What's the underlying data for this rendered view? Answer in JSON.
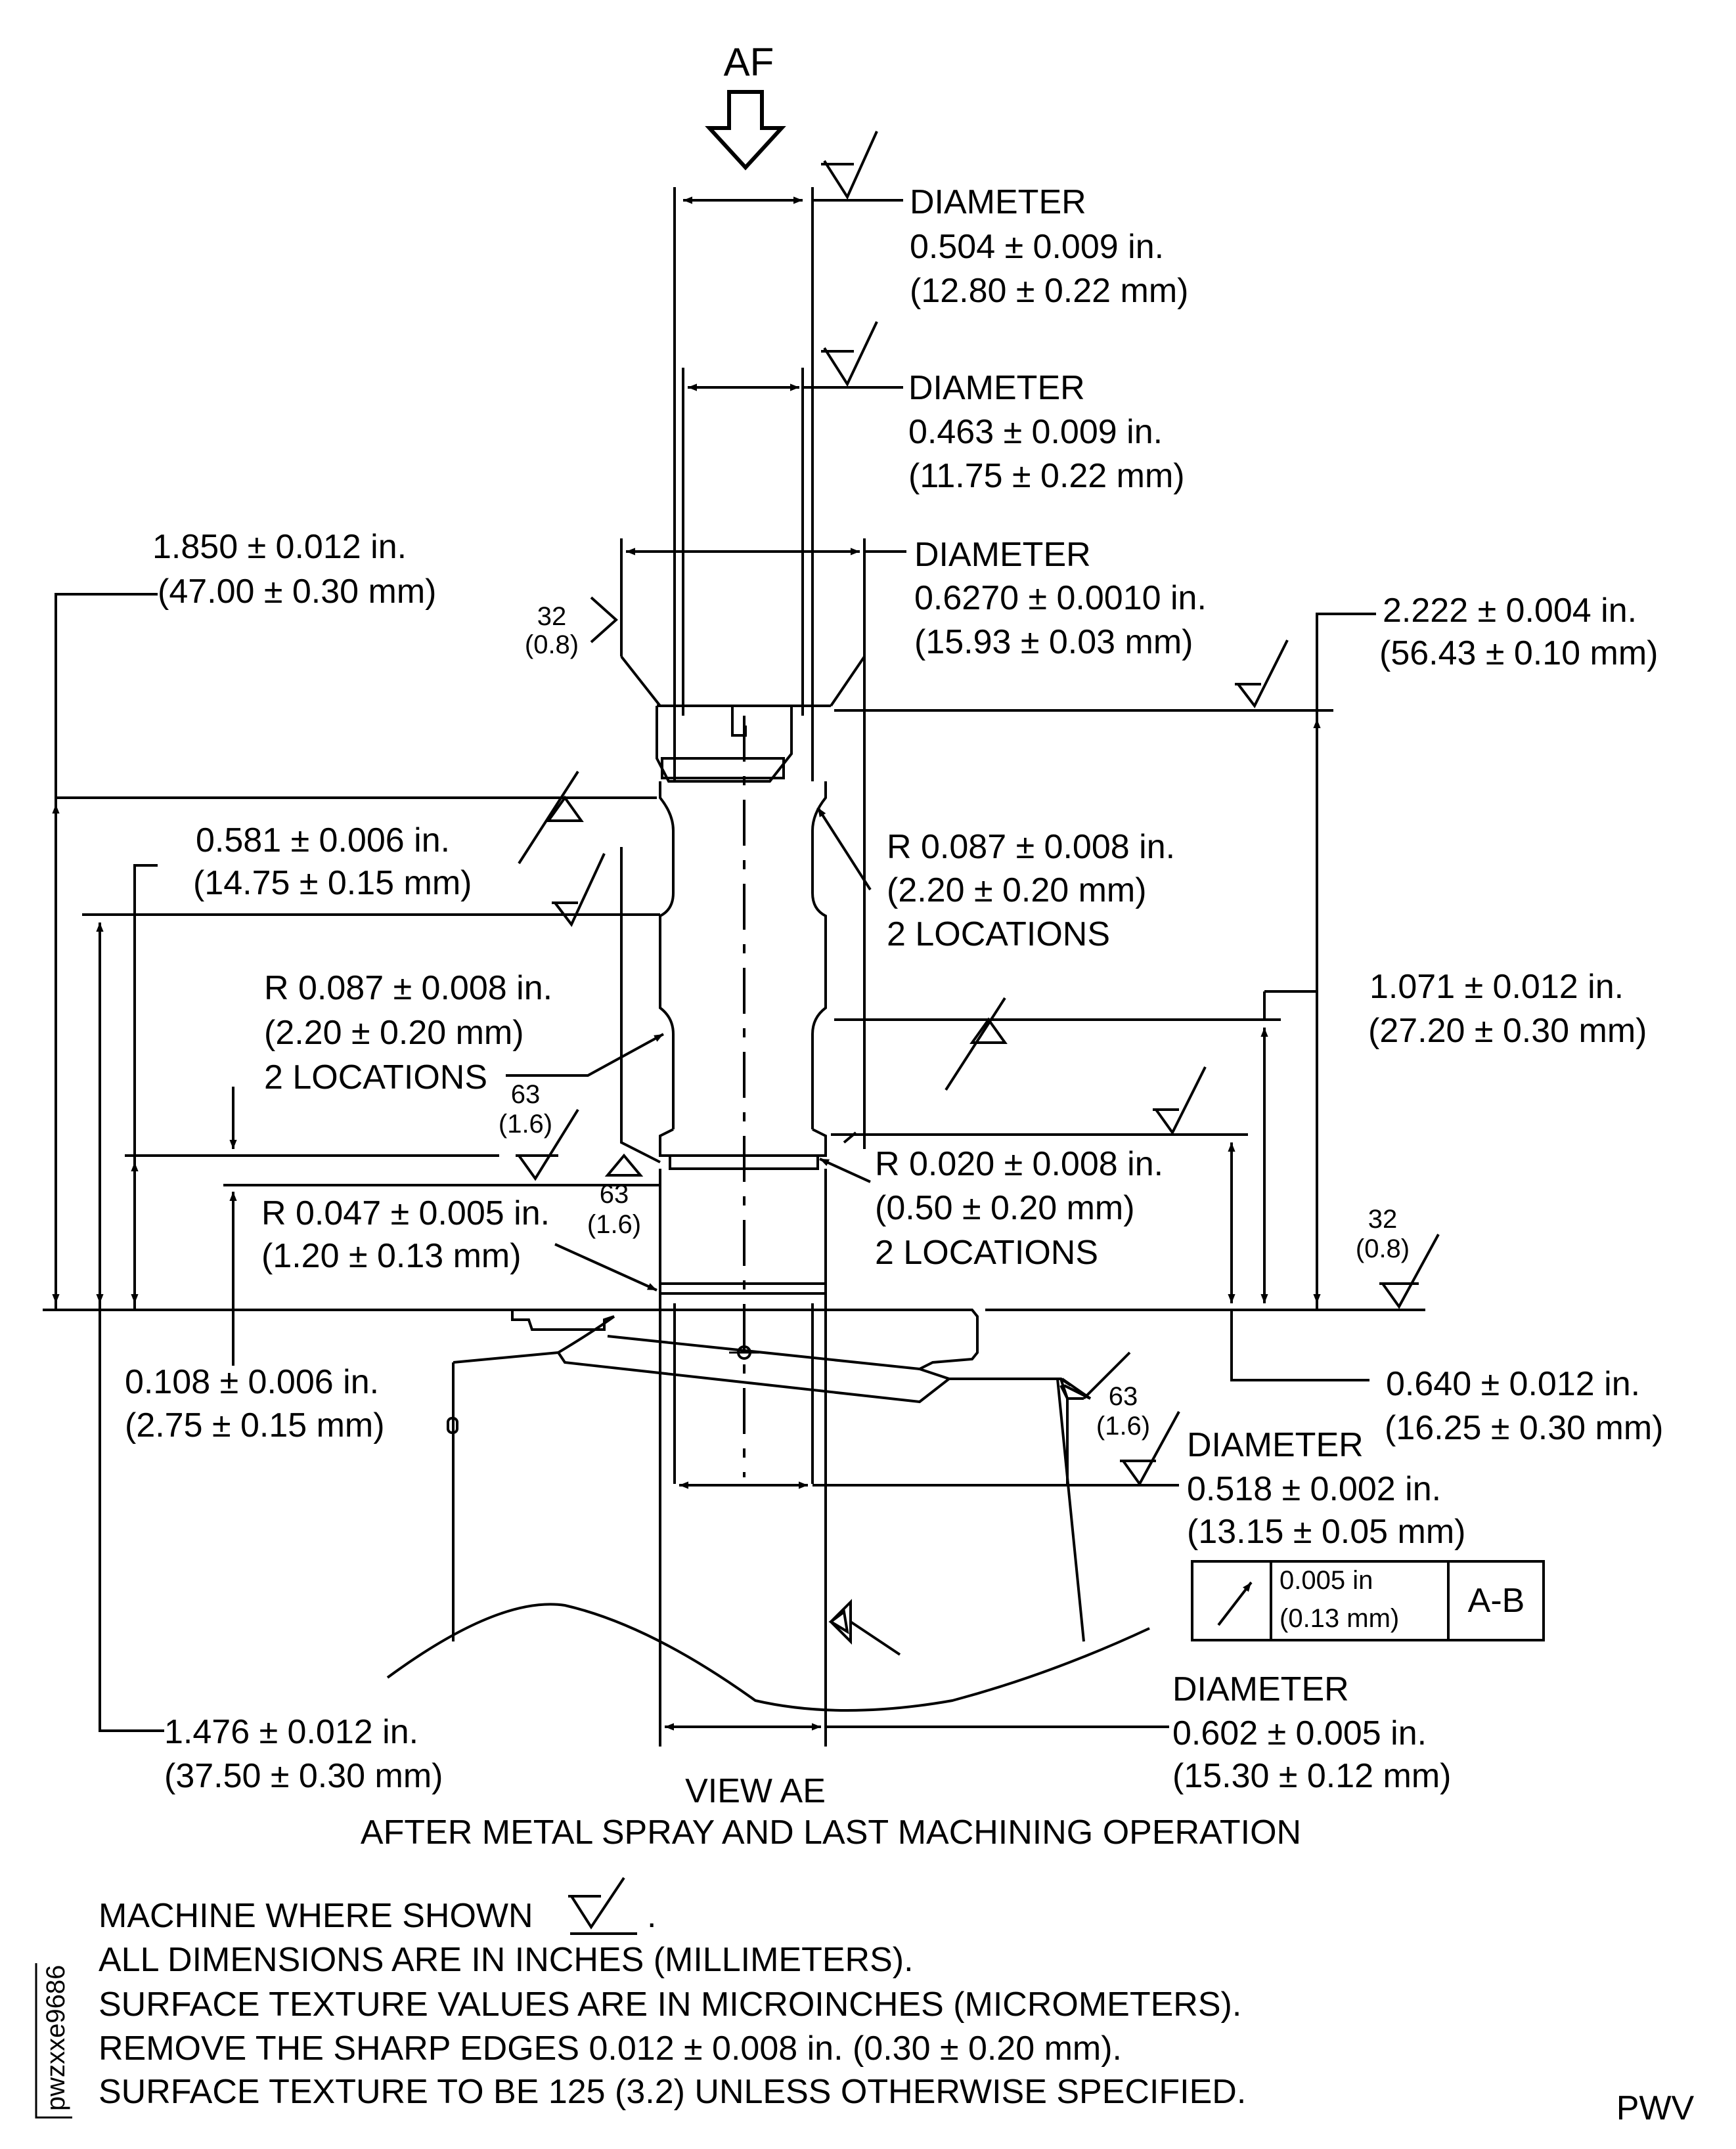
{
  "view": {
    "arrow_label": "AF",
    "title": "VIEW AE",
    "subtitle": "AFTER METAL SPRAY AND LAST MACHINING OPERATION"
  },
  "callouts": {
    "top_dia": {
      "label": "DIAMETER",
      "inch": "0.504 ± 0.009 in.",
      "mm": "(12.80 ± 0.22 mm)"
    },
    "second_dia": {
      "label": "DIAMETER",
      "inch": "0.463 ± 0.009 in.",
      "mm": "(11.75 ± 0.22 mm)"
    },
    "journal_dia": {
      "label": "DIAMETER",
      "inch": "0.6270 ± 0.0010 in.",
      "mm": "(15.93 ± 0.03 mm)"
    },
    "overall_1850": {
      "inch": "1.850 ± 0.012 in.",
      "mm": "(47.00 ± 0.30 mm)"
    },
    "top_2222": {
      "inch": "2.222 ± 0.004 in.",
      "mm": "(56.43 ± 0.10 mm)"
    },
    "len_0581": {
      "inch": "0.581 ± 0.006 in.",
      "mm": "(14.75 ± 0.15 mm)"
    },
    "radius_right_upper": {
      "inch": "R 0.087 ± 0.008 in.",
      "mm": "(2.20 ± 0.20 mm)",
      "qty": "2 LOCATIONS"
    },
    "radius_left": {
      "inch": "R 0.087 ± 0.008 in.",
      "mm": "(2.20 ± 0.20 mm)",
      "qty": "2 LOCATIONS"
    },
    "len_1071": {
      "inch": "1.071 ± 0.012 in.",
      "mm": "(27.20 ± 0.30 mm)"
    },
    "radius_small": {
      "inch": "R 0.020 ± 0.008 in.",
      "mm": "(0.50 ± 0.20 mm)",
      "qty": "2 LOCATIONS"
    },
    "radius_0047": {
      "inch": "R 0.047 ± 0.005 in.",
      "mm": "(1.20 ± 0.13 mm)"
    },
    "len_0108": {
      "inch": "0.108 ± 0.006 in.",
      "mm": "(2.75 ± 0.15 mm)"
    },
    "len_0640": {
      "inch": "0.640 ± 0.012 in.",
      "mm": "(16.25 ± 0.30 mm)"
    },
    "stem_dia": {
      "label": "DIAMETER",
      "inch": "0.518 ± 0.002 in.",
      "mm": "(13.15 ± 0.05 mm)"
    },
    "len_1476": {
      "inch": "1.476 ± 0.012 in.",
      "mm": "(37.50 ± 0.30 mm)"
    },
    "bottom_dia": {
      "label": "DIAMETER",
      "inch": "0.602 ± 0.005 in.",
      "mm": "(15.30 ± 0.12 mm)"
    }
  },
  "surface_marks": {
    "s32_left": {
      "micro": "32",
      "metric": "(0.8)"
    },
    "s63_upper": {
      "micro": "63",
      "metric": "(1.6)"
    },
    "s63_lower": {
      "micro": "63",
      "metric": "(1.6)"
    },
    "s32_right": {
      "micro": "32",
      "metric": "(0.8)"
    },
    "s63_right": {
      "micro": "63",
      "metric": "(1.6)"
    }
  },
  "tolerance_frame": {
    "value_in": "0.005 in",
    "value_mm": "(0.13 mm)",
    "datum": "A-B"
  },
  "notes": {
    "line1": "MACHINE WHERE SHOWN",
    "line1_end": ".",
    "line2": "ALL DIMENSIONS ARE IN INCHES (MILLIMETERS).",
    "line3": "SURFACE TEXTURE VALUES ARE IN MICROINCHES (MICROMETERS).",
    "line4": "REMOVE THE SHARP EDGES 0.012 ± 0.008 in.  (0.30 ± 0.20 mm).",
    "line5": "SURFACE TEXTURE TO BE 125 (3.2) UNLESS OTHERWISE SPECIFIED."
  },
  "figure_id": "pwzxxe9686",
  "corner_code": "PWV"
}
